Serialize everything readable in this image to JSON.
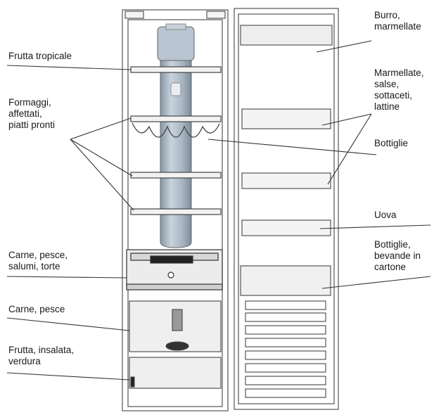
{
  "labels_left": {
    "frutta_tropicale": [
      "Frutta tropicale"
    ],
    "formaggi": [
      "Formaggi,",
      "affettati,",
      "piatti pronti"
    ],
    "carne_pesce_salumi": [
      "Carne, pesce,",
      "salumi, torte"
    ],
    "carne_pesce": [
      "Carne, pesce"
    ],
    "frutta_insalata": [
      "Frutta, insalata,",
      "verdura"
    ]
  },
  "labels_right": {
    "burro": [
      "Burro,",
      "marmellate"
    ],
    "marmellate": [
      "Marmellate,",
      "salse,",
      "sottaceti,",
      "lattine"
    ],
    "bottiglie": [
      "Bottiglie"
    ],
    "uova": [
      "Uova"
    ],
    "bottiglie_bevande": [
      "Bottiglie,",
      "bevande in",
      "cartone"
    ]
  }
}
